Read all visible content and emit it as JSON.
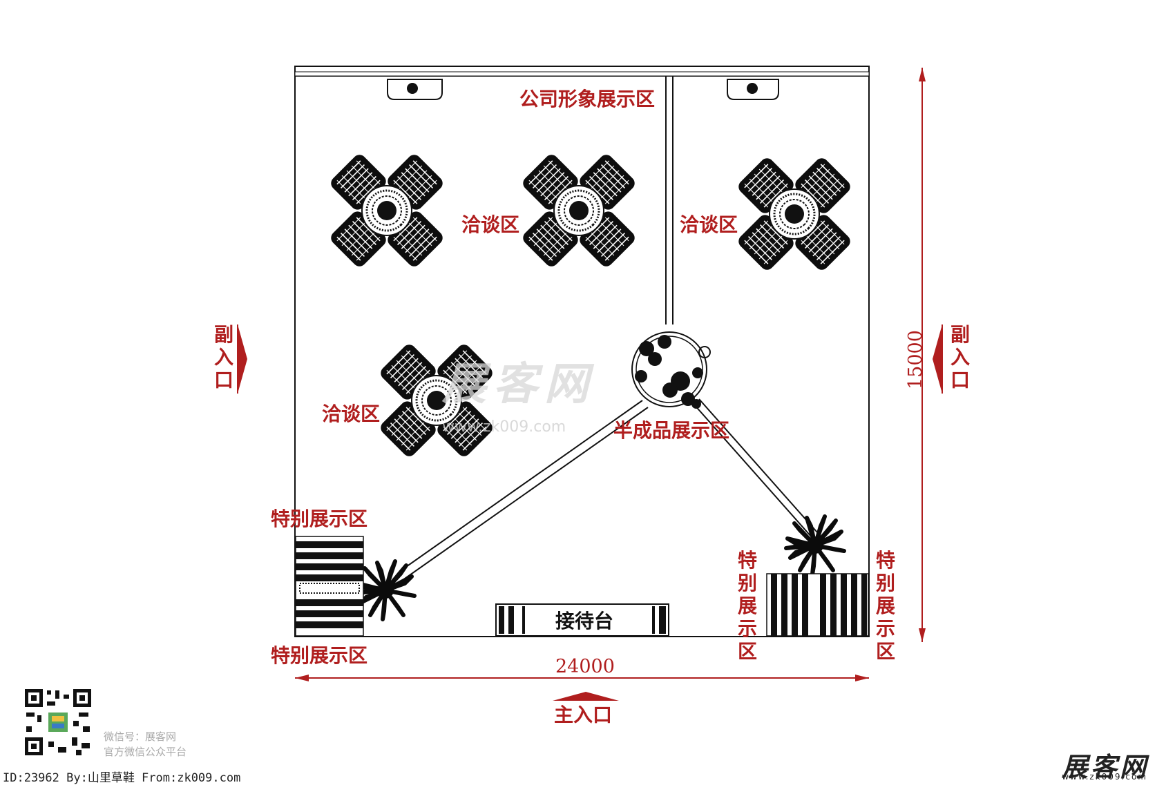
{
  "zones": {
    "company_image": "公司形象展示区",
    "negotiation_1": "洽谈区",
    "negotiation_2": "洽谈区",
    "negotiation_3": "洽谈区",
    "semi_finished": "半成品展示区",
    "special_top_left": "特别展示区",
    "special_bottom_left": "特别展示区",
    "special_right_a": "特别展示区",
    "special_right_b": "特别展示区",
    "reception": "接待台"
  },
  "entrances": {
    "side_left": "副入口",
    "side_right": "副入口",
    "main": "主入口"
  },
  "dimensions": {
    "width": "24000",
    "depth": "15000"
  },
  "watermark": {
    "text": "展客网",
    "url": "www.zk009.com"
  },
  "footer": {
    "wechat_line1": "微信号：展客网",
    "wechat_line2": "官方微信公众平台",
    "credit": "ID:23962 By:山里草鞋 From:zk009.com",
    "logo": "展客网",
    "logo_url": "www.zk009.com"
  },
  "colors": {
    "annotation": "#b01e1e",
    "linework": "#111111"
  },
  "icons": [
    "spotlight-icon",
    "table-chair-set-icon",
    "plant-icon",
    "arrow-icon",
    "qr-code-icon"
  ]
}
